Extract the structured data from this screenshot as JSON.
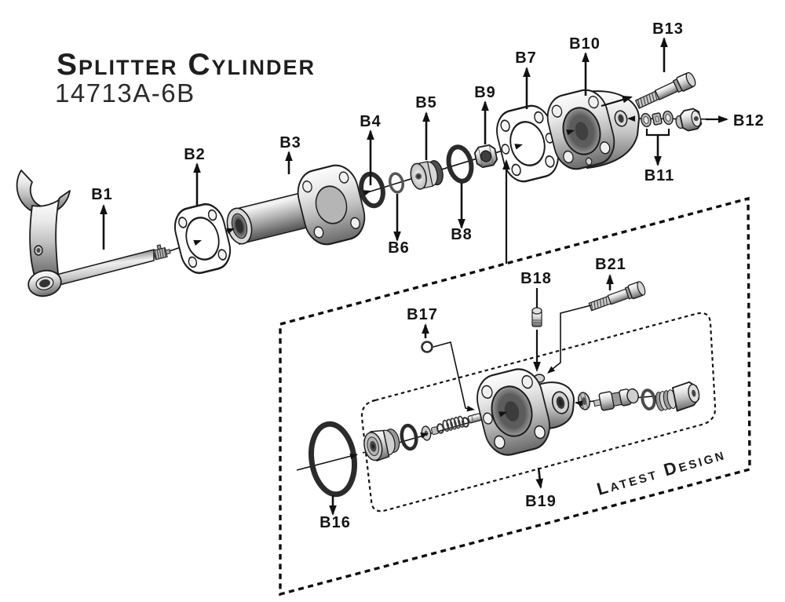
{
  "header": {
    "title": "Splitter Cylinder",
    "part_number": "14713A-6B"
  },
  "diagram": {
    "latest_design_label": "Latest Design"
  },
  "callouts": {
    "b1": "B1",
    "b2": "B2",
    "b3": "B3",
    "b4": "B4",
    "b5": "B5",
    "b6": "B6",
    "b7": "B7",
    "b8": "B8",
    "b9": "B9",
    "b10": "B10",
    "b11": "B11",
    "b12": "B12",
    "b13": "B13",
    "b16": "B16",
    "b17": "B17",
    "b18": "B18",
    "b19": "B19",
    "b21": "B21"
  },
  "colors": {
    "background": "#ffffff",
    "ink": "#141414",
    "metal_light": "#fdfdfd",
    "metal_mid": "#c2c2c2",
    "metal_dark": "#6a6a6a"
  }
}
